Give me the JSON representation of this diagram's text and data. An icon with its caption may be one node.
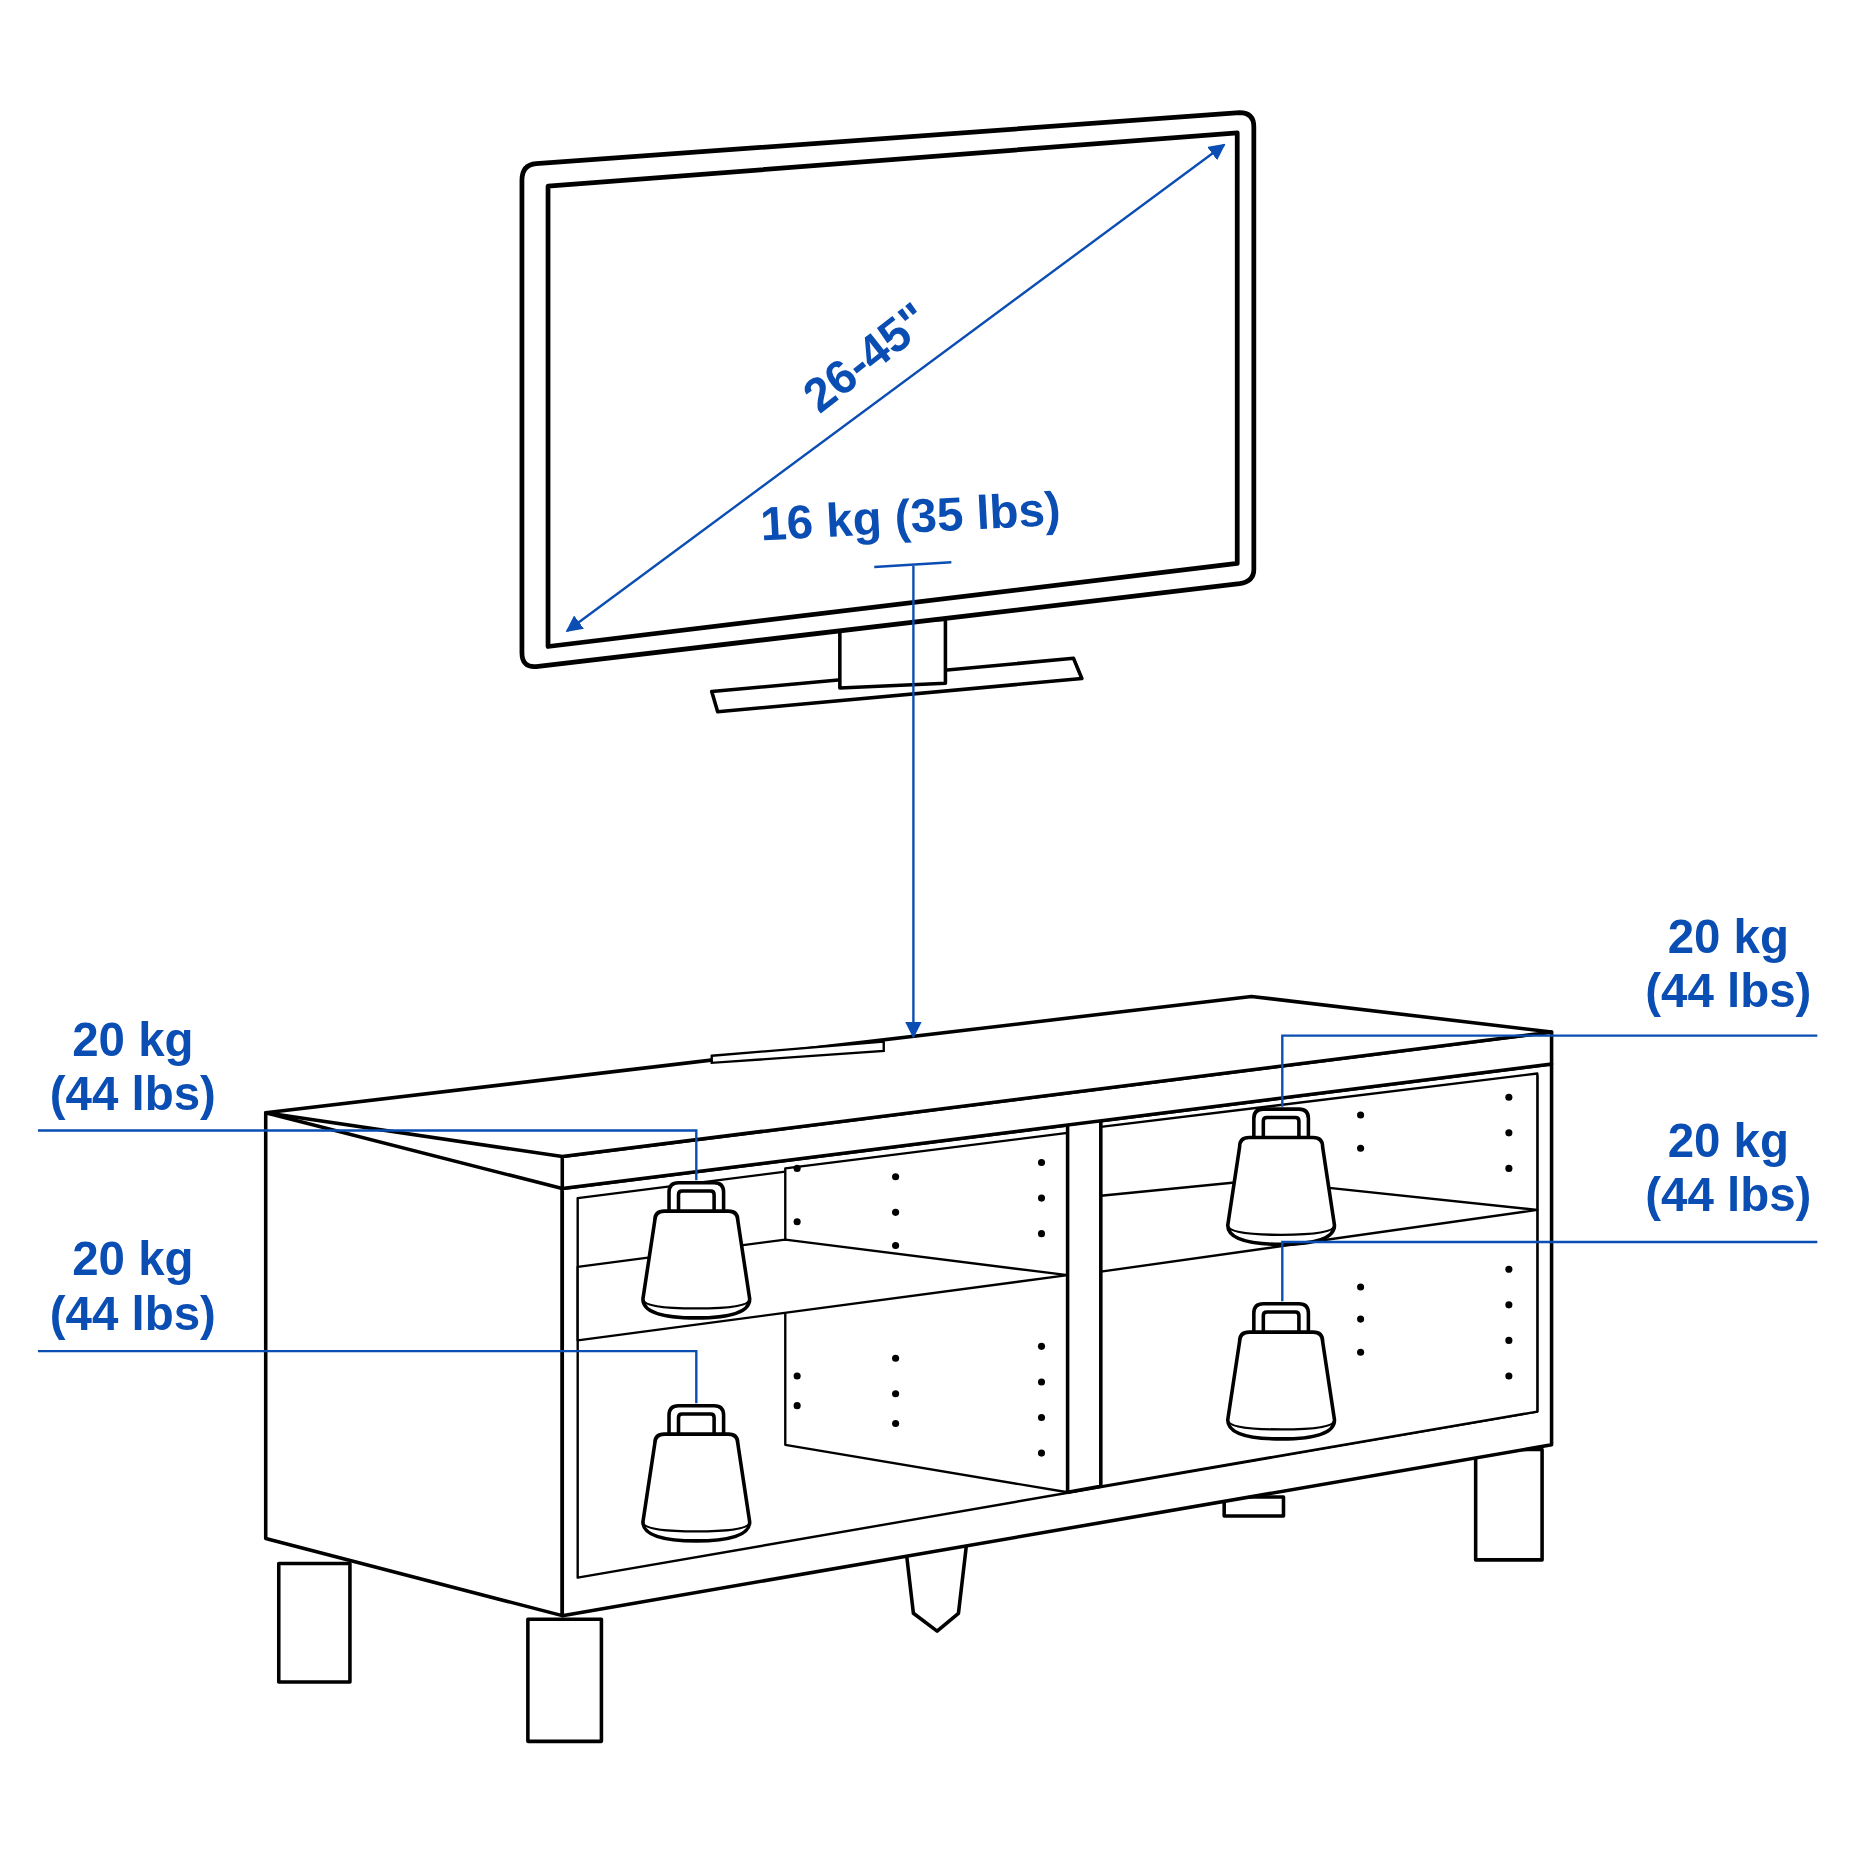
{
  "diagram": {
    "nodes": [
      {
        "text": [
          "16 kg (35 lbs)"
        ]
      },
      {
        "text": [],
        "shape": "picture"
      },
      {
        "text": [
          "20 kg (44 lbs)"
        ]
      },
      {
        "text": [],
        "shape": "picture"
      },
      {
        "text": [
          "20 kg (44 lbs)"
        ]
      },
      {
        "text": [],
        "shape": "picture"
      },
      {
        "text": [
          "20 kg (44 lbs)"
        ]
      },
      {
        "text": [],
        "shape": "picture"
      },
      {
        "text": [
          "20 kg (44 lbs)"
        ]
      },
      {
        "text": [],
        "shape": "picture"
      }
    ],
    "edges": [
      {
        "from": 0,
        "to": 1,
        "arrow": "to"
      },
      {
        "from": 2,
        "to": 3,
        "arrow": "none"
      },
      {
        "from": 4,
        "to": 5,
        "arrow": "none"
      },
      {
        "from": 6,
        "to": 7,
        "arrow": "none"
      },
      {
        "from": 8,
        "to": 9,
        "arrow": "none"
      }
    ],
    "labels": [
      "26-45\""
    ]
  }
}
